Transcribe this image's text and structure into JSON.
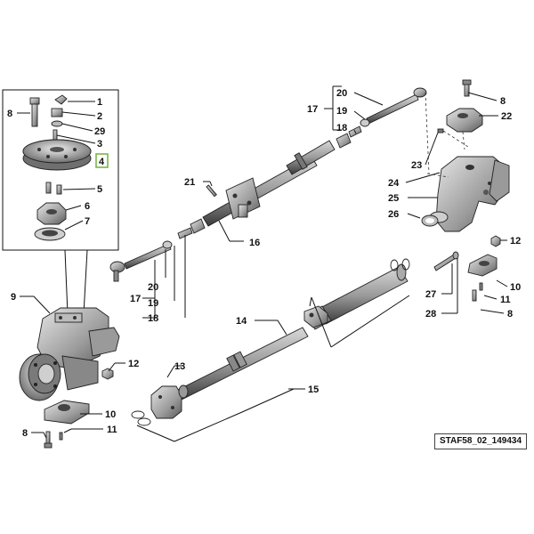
{
  "diagram": {
    "drawing_code": "STAF58_02_149434",
    "highlight_color": "#7ab648",
    "labels": {
      "inset_8": "8",
      "inset_1": "1",
      "inset_2": "2",
      "inset_29": "29",
      "inset_3": "3",
      "inset_4": "4",
      "inset_5": "5",
      "inset_6": "6",
      "inset_7": "7",
      "l9": "9",
      "l12a": "12",
      "l10a": "10",
      "l8a": "8",
      "l11a": "11",
      "l21": "21",
      "l16": "16",
      "l17a": "17",
      "l20a": "20",
      "l19a": "19",
      "l18a": "18",
      "l17b": "17",
      "l20b": "20",
      "l19b": "19",
      "l18b": "18",
      "l8b": "8",
      "l22": "22",
      "l23": "23",
      "l24": "24",
      "l25": "25",
      "l26": "26",
      "l12b": "12",
      "l27": "27",
      "l28": "28",
      "l10b": "10",
      "l11b": "11",
      "l8c": "8",
      "l14": "14",
      "l13": "13",
      "l15": "15"
    }
  }
}
